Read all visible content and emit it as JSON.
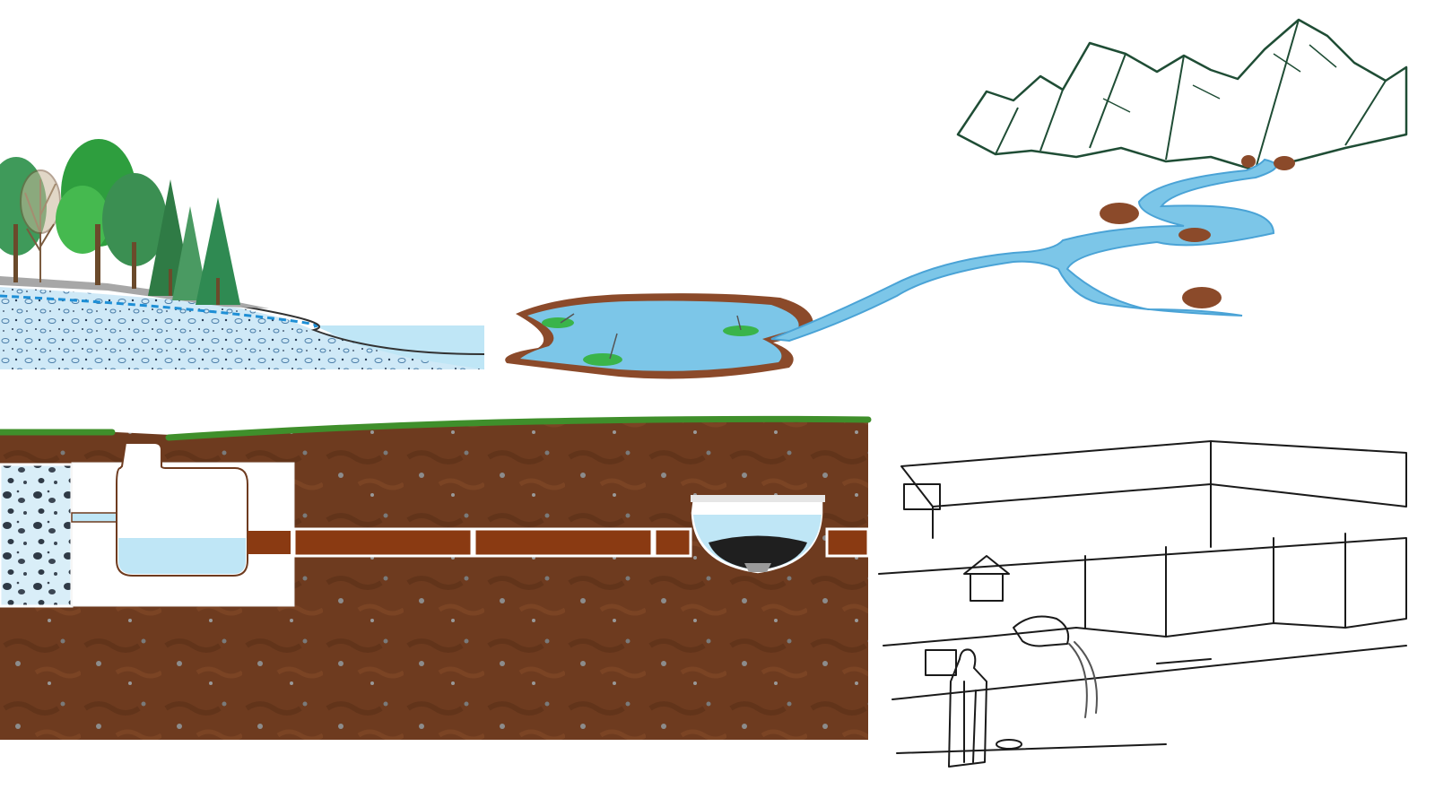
{
  "panels": [
    {
      "id": "lakeshore",
      "subject": "forested-shore-with-aquifer"
    },
    {
      "id": "pond",
      "subject": "lily-pond-fed-by-stream"
    },
    {
      "id": "mountain-river",
      "subject": "mountain-spring-river"
    },
    {
      "id": "underground-system",
      "subject": "buried-tank-and-pipe-cross-section"
    },
    {
      "id": "stone-fountain",
      "subject": "stone-spout-fountain-sketch"
    }
  ],
  "colors": {
    "water": "#7cc6e8",
    "water_dark": "#4aa3d6",
    "soil": "#6e3b1f",
    "pipe": "#8a3a12",
    "grass": "#3f8f2b",
    "ink": "#1a1a1a",
    "mountain_ink": "#1f4d35"
  }
}
